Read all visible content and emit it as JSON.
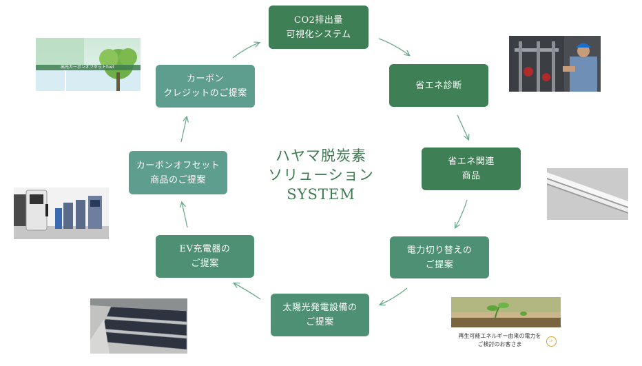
{
  "title": [
    "ハヤマ脱炭素",
    "ソリューション",
    "SYSTEM"
  ],
  "nodes": {
    "co2": [
      "CO2排出量",
      "可視化システム"
    ],
    "shoene_shindan": [
      "省エネ診断"
    ],
    "shoene_kanren": [
      "省エネ関連",
      "商品"
    ],
    "denryoku": [
      "電力切り替えの",
      "ご提案"
    ],
    "taiyoko": [
      "太陽光発電設備の",
      "ご提案"
    ],
    "ev": [
      "EV充電器の",
      "ご提案"
    ],
    "offset": [
      "カーボンオフセット",
      "商品のご提案"
    ],
    "credit": [
      "カーボン",
      "クレジットのご提案"
    ]
  },
  "images": {
    "offset_banner_text": "出光カーボンオフセットfuel",
    "renewable_caption": [
      "再生可能エネルギー由来の電力を",
      "ご検討のお客さま"
    ],
    "renewable_button_icon": "chevron-right-icon"
  },
  "colors": {
    "dark": "#3f7f56",
    "mid": "#4d9073",
    "teal": "#5e9e8f",
    "title": "#3f7a52",
    "arrow": "#6aa98c"
  }
}
